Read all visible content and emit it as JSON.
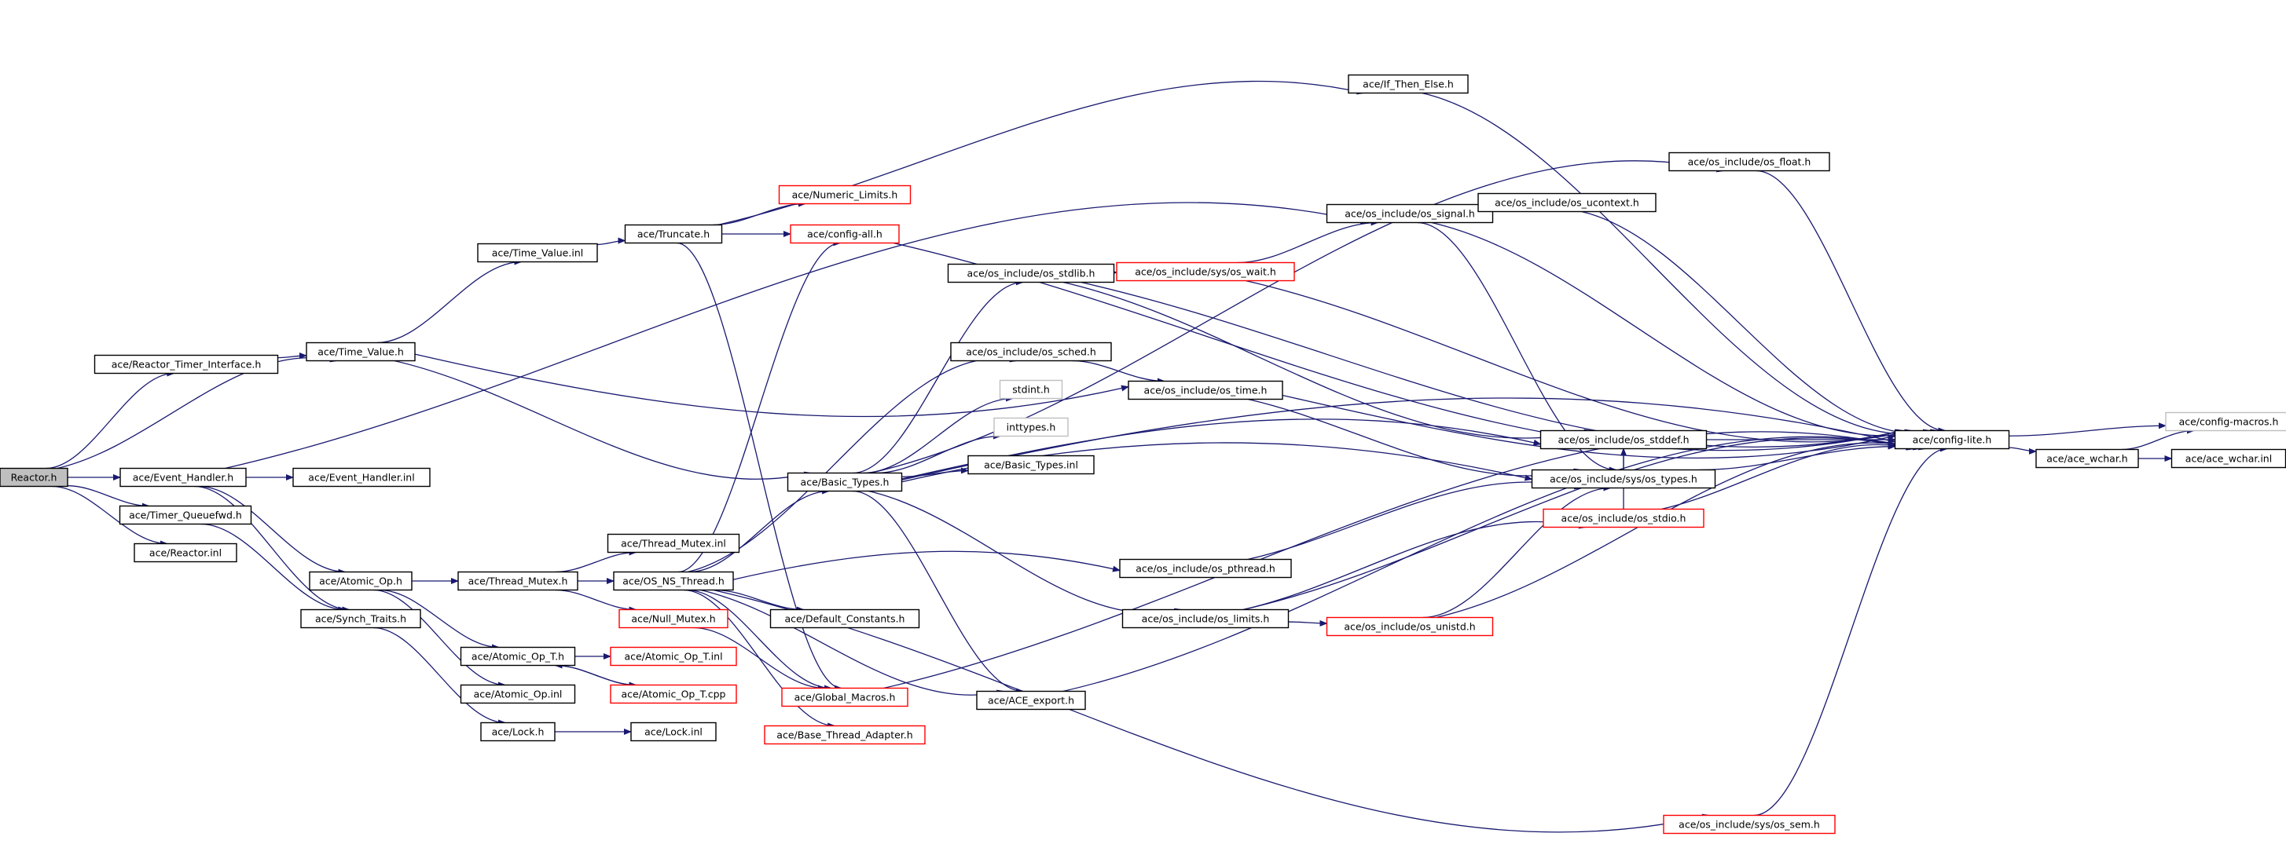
{
  "diagram": {
    "colors": {
      "edge": "#191970",
      "border_default": "#000000",
      "border_missing": "#ff0000",
      "border_external": "#bfbfbf",
      "root_fill": "#bfbfbf",
      "node_fill": "#ffffff",
      "text": "#000000"
    },
    "nodes": [
      {
        "id": "reactor_h",
        "label": "Reactor.h",
        "style": "root"
      },
      {
        "id": "reactor_timer_interface_h",
        "label": "ace/Reactor_Timer_Interface.h",
        "style": "default"
      },
      {
        "id": "event_handler_h",
        "label": "ace/Event_Handler.h",
        "style": "default"
      },
      {
        "id": "timer_queuefwd_h",
        "label": "ace/Timer_Queuefwd.h",
        "style": "default"
      },
      {
        "id": "reactor_inl",
        "label": "ace/Reactor.inl",
        "style": "default"
      },
      {
        "id": "event_handler_inl",
        "label": "ace/Event_Handler.inl",
        "style": "default"
      },
      {
        "id": "time_value_h",
        "label": "ace/Time_Value.h",
        "style": "default"
      },
      {
        "id": "time_value_inl",
        "label": "ace/Time_Value.inl",
        "style": "default"
      },
      {
        "id": "truncate_h",
        "label": "ace/Truncate.h",
        "style": "default"
      },
      {
        "id": "if_then_else_h",
        "label": "ace/If_Then_Else.h",
        "style": "default"
      },
      {
        "id": "numeric_limits_h",
        "label": "ace/Numeric_Limits.h",
        "style": "missing"
      },
      {
        "id": "config_all_h",
        "label": "ace/config-all.h",
        "style": "missing"
      },
      {
        "id": "atomic_op_h",
        "label": "ace/Atomic_Op.h",
        "style": "default"
      },
      {
        "id": "synch_traits_h",
        "label": "ace/Synch_Traits.h",
        "style": "default"
      },
      {
        "id": "thread_mutex_h",
        "label": "ace/Thread_Mutex.h",
        "style": "default"
      },
      {
        "id": "thread_mutex_inl",
        "label": "ace/Thread_Mutex.inl",
        "style": "default"
      },
      {
        "id": "os_ns_thread_h",
        "label": "ace/OS_NS_Thread.h",
        "style": "default"
      },
      {
        "id": "null_mutex_h",
        "label": "ace/Null_Mutex.h",
        "style": "missing"
      },
      {
        "id": "atomic_op_t_h",
        "label": "ace/Atomic_Op_T.h",
        "style": "default"
      },
      {
        "id": "atomic_op_t_inl",
        "label": "ace/Atomic_Op_T.inl",
        "style": "missing"
      },
      {
        "id": "atomic_op_t_cpp",
        "label": "ace/Atomic_Op_T.cpp",
        "style": "missing"
      },
      {
        "id": "atomic_op_inl",
        "label": "ace/Atomic_Op.inl",
        "style": "default"
      },
      {
        "id": "lock_h",
        "label": "ace/Lock.h",
        "style": "default"
      },
      {
        "id": "lock_inl",
        "label": "ace/Lock.inl",
        "style": "default"
      },
      {
        "id": "basic_types_h",
        "label": "ace/Basic_Types.h",
        "style": "default"
      },
      {
        "id": "default_constants_h",
        "label": "ace/Default_Constants.h",
        "style": "default"
      },
      {
        "id": "global_macros_h",
        "label": "ace/Global_Macros.h",
        "style": "missing"
      },
      {
        "id": "base_thread_adapter_h",
        "label": "ace/Base_Thread_Adapter.h",
        "style": "missing"
      },
      {
        "id": "ace_export_h",
        "label": "ace/ACE_export.h",
        "style": "default"
      },
      {
        "id": "os_stdlib_h",
        "label": "ace/os_include/os_stdlib.h",
        "style": "default"
      },
      {
        "id": "os_sched_h",
        "label": "ace/os_include/os_sched.h",
        "style": "default"
      },
      {
        "id": "stdint_h",
        "label": "stdint.h",
        "style": "external"
      },
      {
        "id": "inttypes_h",
        "label": "inttypes.h",
        "style": "external"
      },
      {
        "id": "basic_types_inl",
        "label": "ace/Basic_Types.inl",
        "style": "default"
      },
      {
        "id": "os_time_h",
        "label": "ace/os_include/os_time.h",
        "style": "default"
      },
      {
        "id": "os_pthread_h",
        "label": "ace/os_include/os_pthread.h",
        "style": "default"
      },
      {
        "id": "os_limits_h",
        "label": "ace/os_include/os_limits.h",
        "style": "default"
      },
      {
        "id": "sys_os_wait_h",
        "label": "ace/os_include/sys/os_wait.h",
        "style": "missing"
      },
      {
        "id": "os_signal_h",
        "label": "ace/os_include/os_signal.h",
        "style": "default"
      },
      {
        "id": "os_ucontext_h",
        "label": "ace/os_include/os_ucontext.h",
        "style": "default"
      },
      {
        "id": "os_float_h",
        "label": "ace/os_include/os_float.h",
        "style": "default"
      },
      {
        "id": "os_stddef_h",
        "label": "ace/os_include/os_stddef.h",
        "style": "default"
      },
      {
        "id": "sys_os_types_h",
        "label": "ace/os_include/sys/os_types.h",
        "style": "default"
      },
      {
        "id": "os_stdio_h",
        "label": "ace/os_include/os_stdio.h",
        "style": "missing"
      },
      {
        "id": "os_unistd_h",
        "label": "ace/os_include/os_unistd.h",
        "style": "missing"
      },
      {
        "id": "sys_os_sem_h",
        "label": "ace/os_include/sys/os_sem.h",
        "style": "missing"
      },
      {
        "id": "config_lite_h",
        "label": "ace/config-lite.h",
        "style": "default"
      },
      {
        "id": "ace_wchar_h",
        "label": "ace/ace_wchar.h",
        "style": "default"
      },
      {
        "id": "config_macros_h",
        "label": "ace/config-macros.h",
        "style": "external"
      },
      {
        "id": "ace_wchar_inl",
        "label": "ace/ace_wchar.inl",
        "style": "default"
      }
    ],
    "edges": [
      [
        "reactor_h",
        "reactor_timer_interface_h"
      ],
      [
        "reactor_h",
        "time_value_h"
      ],
      [
        "reactor_h",
        "event_handler_h"
      ],
      [
        "reactor_h",
        "timer_queuefwd_h"
      ],
      [
        "reactor_h",
        "reactor_inl"
      ],
      [
        "reactor_timer_interface_h",
        "time_value_h"
      ],
      [
        "event_handler_h",
        "event_handler_inl"
      ],
      [
        "event_handler_h",
        "atomic_op_h"
      ],
      [
        "event_handler_h",
        "synch_traits_h"
      ],
      [
        "event_handler_h",
        "os_signal_h"
      ],
      [
        "timer_queuefwd_h",
        "synch_traits_h"
      ],
      [
        "time_value_h",
        "time_value_inl"
      ],
      [
        "time_value_h",
        "basic_types_h"
      ],
      [
        "time_value_h",
        "os_time_h"
      ],
      [
        "time_value_inl",
        "truncate_h"
      ],
      [
        "truncate_h",
        "if_then_else_h"
      ],
      [
        "truncate_h",
        "numeric_limits_h"
      ],
      [
        "truncate_h",
        "config_all_h"
      ],
      [
        "truncate_h",
        "global_macros_h"
      ],
      [
        "if_then_else_h",
        "config_lite_h"
      ],
      [
        "config_all_h",
        "config_lite_h"
      ],
      [
        "atomic_op_h",
        "thread_mutex_h"
      ],
      [
        "atomic_op_h",
        "atomic_op_t_h"
      ],
      [
        "atomic_op_h",
        "atomic_op_inl"
      ],
      [
        "synch_traits_h",
        "lock_h"
      ],
      [
        "thread_mutex_h",
        "thread_mutex_inl"
      ],
      [
        "thread_mutex_h",
        "os_ns_thread_h"
      ],
      [
        "thread_mutex_h",
        "null_mutex_h"
      ],
      [
        "os_ns_thread_h",
        "basic_types_h"
      ],
      [
        "os_ns_thread_h",
        "default_constants_h"
      ],
      [
        "os_ns_thread_h",
        "global_macros_h"
      ],
      [
        "os_ns_thread_h",
        "base_thread_adapter_h"
      ],
      [
        "os_ns_thread_h",
        "ace_export_h"
      ],
      [
        "os_ns_thread_h",
        "config_all_h"
      ],
      [
        "os_ns_thread_h",
        "os_sched_h"
      ],
      [
        "os_ns_thread_h",
        "os_pthread_h"
      ],
      [
        "os_ns_thread_h",
        "sys_os_sem_h"
      ],
      [
        "null_mutex_h",
        "global_macros_h"
      ],
      [
        "atomic_op_t_h",
        "atomic_op_t_inl"
      ],
      [
        "atomic_op_t_h",
        "atomic_op_t_cpp"
      ],
      [
        "atomic_op_t_cpp",
        "atomic_op_t_h"
      ],
      [
        "lock_h",
        "lock_inl"
      ],
      [
        "basic_types_h",
        "os_stdlib_h"
      ],
      [
        "basic_types_h",
        "stdint_h"
      ],
      [
        "basic_types_h",
        "inttypes_h"
      ],
      [
        "basic_types_h",
        "basic_types_inl"
      ],
      [
        "basic_types_h",
        "os_float_h"
      ],
      [
        "basic_types_h",
        "os_limits_h"
      ],
      [
        "basic_types_h",
        "sys_os_types_h"
      ],
      [
        "basic_types_h",
        "os_stddef_h"
      ],
      [
        "basic_types_h",
        "ace_export_h"
      ],
      [
        "basic_types_h",
        "config_lite_h"
      ],
      [
        "global_macros_h",
        "config_lite_h"
      ],
      [
        "ace_export_h",
        "config_lite_h"
      ],
      [
        "os_stdlib_h",
        "sys_os_wait_h"
      ],
      [
        "os_stdlib_h",
        "os_stddef_h"
      ],
      [
        "os_stdlib_h",
        "config_lite_h"
      ],
      [
        "os_sched_h",
        "os_time_h"
      ],
      [
        "os_time_h",
        "sys_os_types_h"
      ],
      [
        "os_time_h",
        "config_lite_h"
      ],
      [
        "os_pthread_h",
        "sys_os_types_h"
      ],
      [
        "os_limits_h",
        "os_unistd_h"
      ],
      [
        "os_limits_h",
        "os_stdio_h"
      ],
      [
        "os_limits_h",
        "config_lite_h"
      ],
      [
        "sys_os_wait_h",
        "os_signal_h"
      ],
      [
        "sys_os_wait_h",
        "config_lite_h"
      ],
      [
        "os_signal_h",
        "sys_os_types_h"
      ],
      [
        "os_signal_h",
        "config_lite_h"
      ],
      [
        "os_ucontext_h",
        "os_signal_h"
      ],
      [
        "os_ucontext_h",
        "config_lite_h"
      ],
      [
        "os_float_h",
        "config_lite_h"
      ],
      [
        "os_stddef_h",
        "config_lite_h"
      ],
      [
        "sys_os_types_h",
        "os_stddef_h"
      ],
      [
        "sys_os_types_h",
        "config_lite_h"
      ],
      [
        "os_stdio_h",
        "os_stddef_h"
      ],
      [
        "os_stdio_h",
        "config_lite_h"
      ],
      [
        "os_unistd_h",
        "sys_os_types_h"
      ],
      [
        "os_unistd_h",
        "config_lite_h"
      ],
      [
        "sys_os_sem_h",
        "config_lite_h"
      ],
      [
        "config_lite_h",
        "config_macros_h"
      ],
      [
        "config_lite_h",
        "ace_wchar_h"
      ],
      [
        "ace_wchar_h",
        "config_macros_h"
      ],
      [
        "ace_wchar_h",
        "ace_wchar_inl"
      ]
    ]
  }
}
